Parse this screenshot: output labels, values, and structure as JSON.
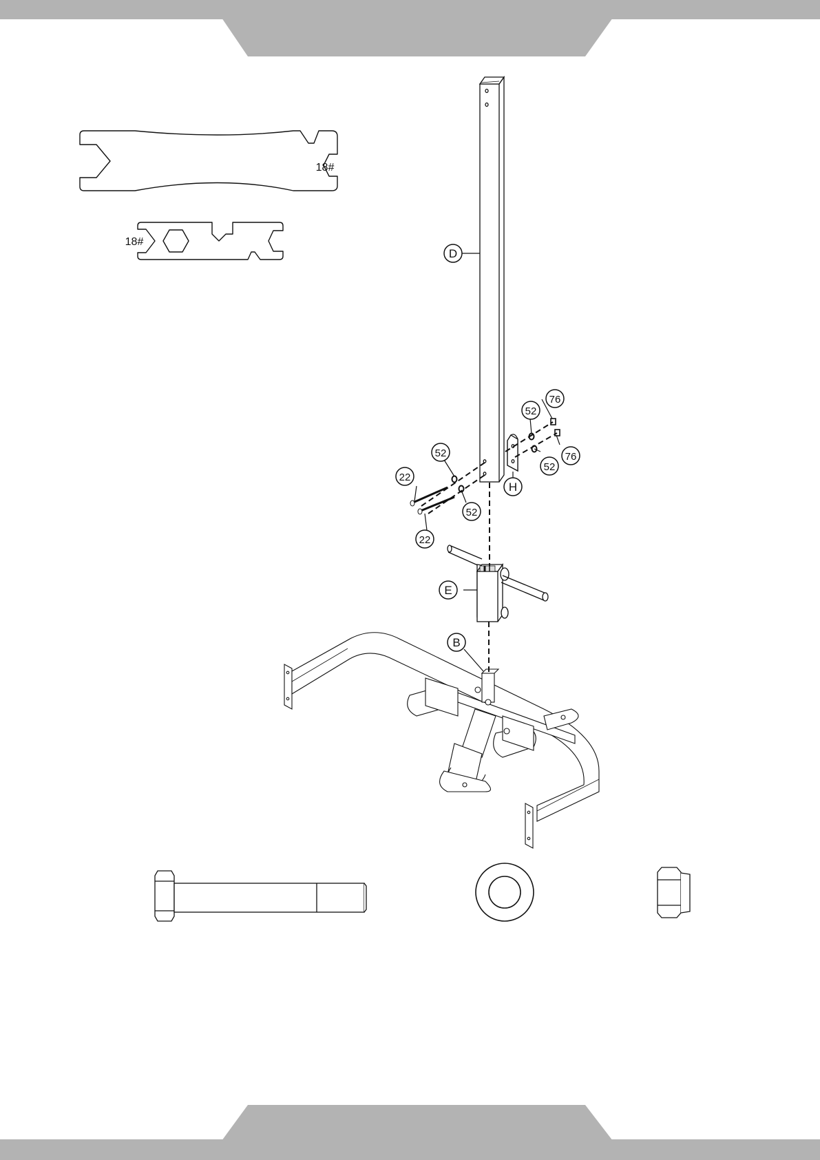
{
  "tools": {
    "wrench_large_size": "18#",
    "wrench_small_size": "18#"
  },
  "parts": {
    "D": "D",
    "E": "E",
    "B": "B",
    "H": "H",
    "p52_a": "52",
    "p76_a": "76",
    "p76_b": "76",
    "p52_b": "52",
    "p52_c": "52",
    "p22_a": "22",
    "p52_d": "52",
    "p22_b": "22"
  }
}
